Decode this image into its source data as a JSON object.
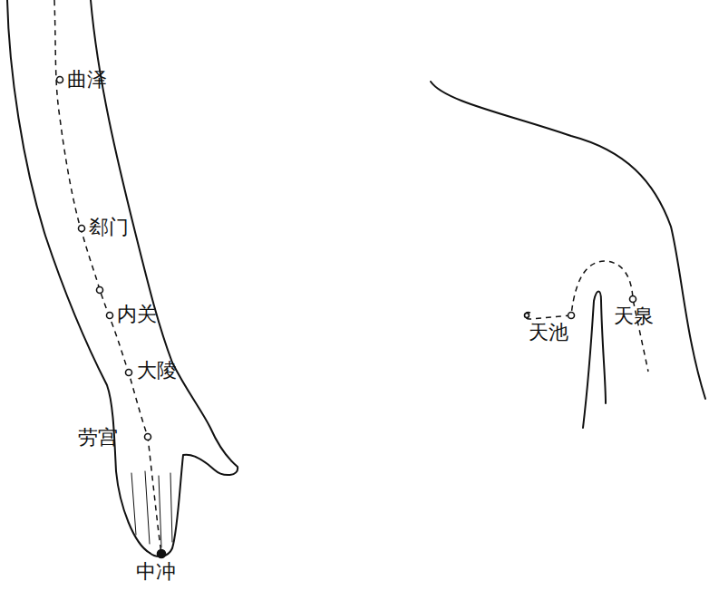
{
  "diagram": {
    "labels": [
      "曲泽",
      "郄门",
      "内关",
      "大陵",
      "劳宫",
      "中冲",
      "天池",
      "天泉"
    ]
  }
}
